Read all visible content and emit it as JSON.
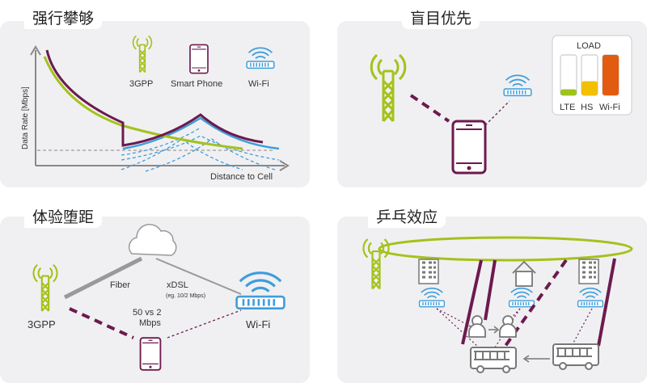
{
  "panels": {
    "top_left": {
      "title": "强行攀够",
      "legend": [
        "3GPP",
        "Smart Phone",
        "Wi-Fi"
      ],
      "y_axis_label": "Data Rate [Mbps]",
      "x_axis_label": "Distance to Cell"
    },
    "top_right": {
      "title": "盲目优先",
      "load_title": "LOAD",
      "load_bars": [
        {
          "label": "LTE",
          "fill": 0.15,
          "color": "#9dc31f"
        },
        {
          "label": "HS",
          "fill": 0.35,
          "color": "#f2c000"
        },
        {
          "label": "Wi-Fi",
          "fill": 1.0,
          "color": "#e35b10"
        }
      ]
    },
    "bottom_left": {
      "title": "体验堕距",
      "fiber_label": "Fiber",
      "xdsl_label": "xDSL",
      "xdsl_note": "(eg. 10/2 Mbps)",
      "speed_line1": "50 vs 2",
      "speed_line2": "Mbps",
      "gpp_label": "3GPP",
      "wifi_label": "Wi-Fi"
    },
    "bottom_right": {
      "title": "乒乓效应"
    }
  },
  "colors": {
    "green": "#a4c21b",
    "purple": "#6c1a4e",
    "blue": "#3f9ddb",
    "panel_bg": "#f0f0f2"
  }
}
